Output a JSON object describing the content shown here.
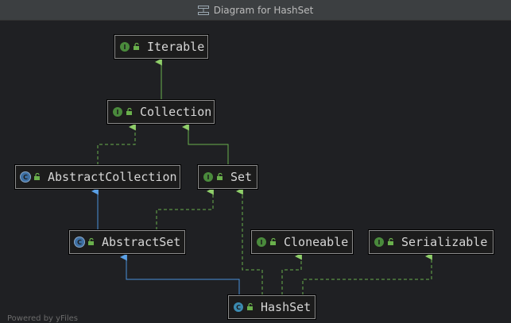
{
  "window": {
    "title": "Diagram for HashSet"
  },
  "nodes": {
    "iterable": {
      "label": "Iterable",
      "kind": "I",
      "kind_type": "interface"
    },
    "collection": {
      "label": "Collection",
      "kind": "I",
      "kind_type": "interface"
    },
    "abstract_collection": {
      "label": "AbstractCollection",
      "kind": "C",
      "kind_type": "abstract"
    },
    "set": {
      "label": "Set",
      "kind": "I",
      "kind_type": "interface"
    },
    "abstract_set": {
      "label": "AbstractSet",
      "kind": "C",
      "kind_type": "abstract"
    },
    "cloneable": {
      "label": "Cloneable",
      "kind": "I",
      "kind_type": "interface"
    },
    "serializable": {
      "label": "Serializable",
      "kind": "I",
      "kind_type": "interface"
    },
    "hashset": {
      "label": "HashSet",
      "kind": "C",
      "kind_type": "class"
    }
  },
  "footer": {
    "text": "Powered by yFiles"
  },
  "colors": {
    "implements_edge": "#6ab04c",
    "extends_edge": "#4a90d9",
    "node_border": "#8c8c8c",
    "background": "#1f2023"
  }
}
